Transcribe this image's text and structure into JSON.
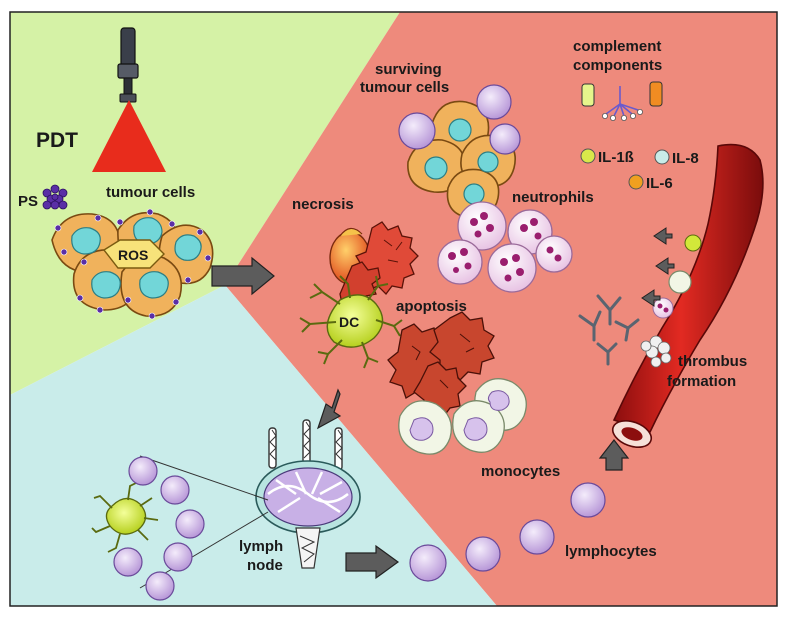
{
  "labels": {
    "pdt": "PDT",
    "ps": "PS",
    "tumour_cells": "tumour cells",
    "ros": "ROS",
    "surviving_line1": "surviving",
    "surviving_line2": "tumour cells",
    "complement_line1": "complement",
    "complement_line2": "components",
    "il1b": "IL-1ß",
    "il8": "IL-8",
    "il6": "IL-6",
    "neutrophils": "neutrophils",
    "necrosis": "necrosis",
    "dc": "DC",
    "apoptosis": "apoptosis",
    "thrombus_line1": "thrombus",
    "thrombus_line2": "formation",
    "monocytes": "monocytes",
    "lymphocytes": "lymphocytes",
    "lymph_line1": "lymph",
    "lymph_line2": "node"
  },
  "colors": {
    "green_region": "#d5f2a6",
    "red_region": "#ee8a7c",
    "blue_region": "#c9ecea",
    "laser_beam": "#e82c1c",
    "tumour_cytoplasm": "#f0b25c",
    "tumour_nucleus": "#72d6d8",
    "ros_badge": "#f7e27a",
    "ps_molecule": "#5a2ea6",
    "lymphocyte": "#d7c2ec",
    "neutrophil_nucleus": "#9a1e6e",
    "dc_cell": "#d2e83a",
    "vessel": "#c81a1a",
    "apoptotic_body": "#c8462e",
    "il1b_dot": "#d8e84a",
    "il8_dot": "#c9ece8",
    "il6_dot": "#f0a020"
  }
}
